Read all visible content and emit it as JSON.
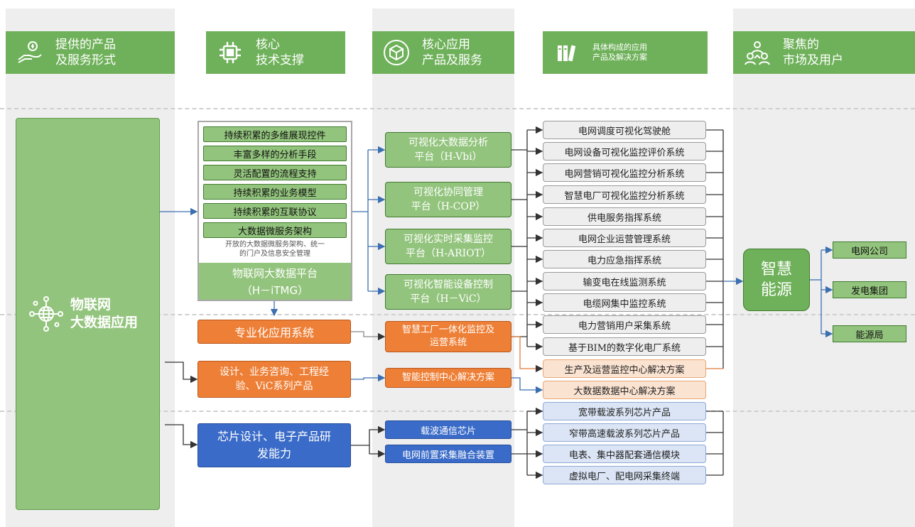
{
  "headers": [
    {
      "line1": "提供的产品",
      "line2": "及服务形式",
      "icon": "hand-coin-icon"
    },
    {
      "line1": "核心",
      "line2": "技术支撑",
      "icon": "chip-icon"
    },
    {
      "line1": "核心应用",
      "line2": "产品及服务",
      "icon": "cube-icon"
    },
    {
      "line1": "具体构成的应用",
      "line2": "产品及解决方案",
      "icon": "books-icon"
    },
    {
      "line1": "聚焦的",
      "line2": "市场及用户",
      "icon": "users-icon"
    }
  ],
  "left_panel": {
    "line1": "物联网",
    "line2": "大数据应用",
    "icon": "iot-globe-icon"
  },
  "platform": {
    "features": [
      "持续积累的多维展现控件",
      "丰富多样的分析手段",
      "灵活配置的流程支持",
      "持续积累的业务模型",
      "持续积累的互联协议",
      "大数据微服务架构"
    ],
    "note_line1": "开放的大数据微服务架构、统一",
    "note_line2": "的门户及信息安全管理",
    "name_line1": "物联网大数据平台",
    "name_line2": "（H－iTMG）"
  },
  "tech_boxes": [
    {
      "line1": "专业化应用系统",
      "line2": ""
    },
    {
      "line1": "设计、业务咨询、工程经",
      "line2": "验、ViC系列产品"
    },
    {
      "line1": "芯片设计、电子产品研",
      "line2": "发能力"
    }
  ],
  "core_green": [
    {
      "line1": "可视化大数据分析",
      "line2": "平台（H-Vbi）"
    },
    {
      "line1": "可视化协同管理",
      "line2": "平台（H-COP）"
    },
    {
      "line1": "可视化实时采集监控",
      "line2": "平台（H-ARIOT）"
    },
    {
      "line1": "可视化智能设备控制",
      "line2": "平台（H－ViC）"
    }
  ],
  "core_orange": [
    {
      "line1": "智慧工厂一体化监控及",
      "line2": "运营系统"
    },
    {
      "line1": "智能控制中心解决方案",
      "line2": ""
    }
  ],
  "core_blue": [
    "载波通信芯片",
    "电网前置采集融合装置"
  ],
  "solutions_gray": [
    "电网调度可视化驾驶舱",
    "电网设备可视化监控评价系统",
    "电网营销可视化监控分析系统",
    "智慧电厂可视化监控分析系统",
    "供电服务指挥系统",
    "电网企业运营管理系统",
    "电力应急指挥系统",
    "输变电在线监测系统",
    "电缆网集中监控系统",
    "电力营销用户采集系统",
    "基于BIM的数字化电厂系统"
  ],
  "solutions_peach": [
    "生产及运营监控中心解决方案",
    "大数据数据中心解决方案"
  ],
  "solutions_blue": [
    "宽带载波系列芯片产品",
    "窄带高速载波系列芯片产品",
    "电表、集中器配套通信模块",
    "虚拟电厂、配电网采集终端"
  ],
  "hub": {
    "line1": "智慧",
    "line2": "能源"
  },
  "markets": [
    "电网公司",
    "发电集团",
    "能源局"
  ],
  "colors": {
    "green_header": "#6fb15a",
    "green_box": "#93c47d",
    "orange": "#ee7f36",
    "blue": "#3a6bc8",
    "line": "#3b6fb0"
  }
}
